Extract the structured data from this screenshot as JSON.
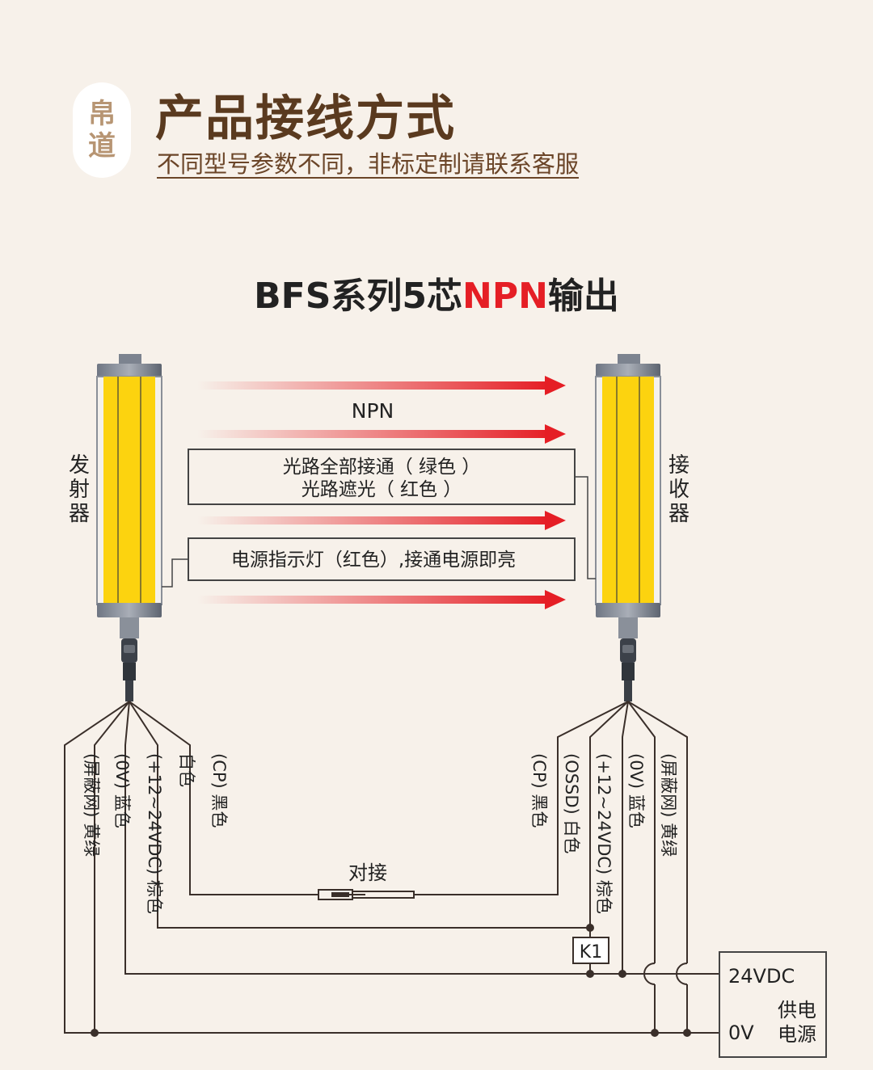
{
  "header": {
    "badge_line1": "帛",
    "badge_line2": "道",
    "title": "产品接线方式",
    "subtitle": "不同型号参数不同，非标定制请联系客服"
  },
  "diagram": {
    "heading_prefix": "BFS系列5芯",
    "heading_accent": "NPN",
    "heading_suffix": "输出",
    "beam_label": "NPN",
    "emitter_label": [
      "发",
      "射",
      "器"
    ],
    "receiver_label": [
      "接",
      "收",
      "器"
    ],
    "status_box_line1": "光路全部接通（ 绿色 ）",
    "status_box_line2": "光路遮光（ 红色 ）",
    "power_box": "电源指示灯（红色）,接通电源即亮",
    "emitter_wires": [
      {
        "color": "黄绿",
        "function": "(屏蔽网)"
      },
      {
        "color": "蓝色",
        "function": "(0V)"
      },
      {
        "color": "棕色",
        "function": "(+12~24VDC)"
      },
      {
        "color": "白色",
        "function": ""
      },
      {
        "color": "黑色",
        "function": "(CP)"
      }
    ],
    "receiver_wires": [
      {
        "color": "黑色",
        "function": "(CP)"
      },
      {
        "color": "白色",
        "function": "(OSSD)"
      },
      {
        "color": "棕色",
        "function": "(+12~24VDC)"
      },
      {
        "color": "蓝色",
        "function": "(0V)"
      },
      {
        "color": "黄绿",
        "function": "(屏蔽网)"
      }
    ],
    "connector_label": "对接",
    "relay_label": "K1",
    "psu_voltage": "24VDC",
    "psu_zero": "0V",
    "psu_name_line1": "供电",
    "psu_name_line2": "电源",
    "colors": {
      "brand": "#5a3a1f",
      "accent_red": "#e51e25",
      "bar_yellow": "#fcd30f",
      "wire": "#3a2f2a"
    }
  }
}
